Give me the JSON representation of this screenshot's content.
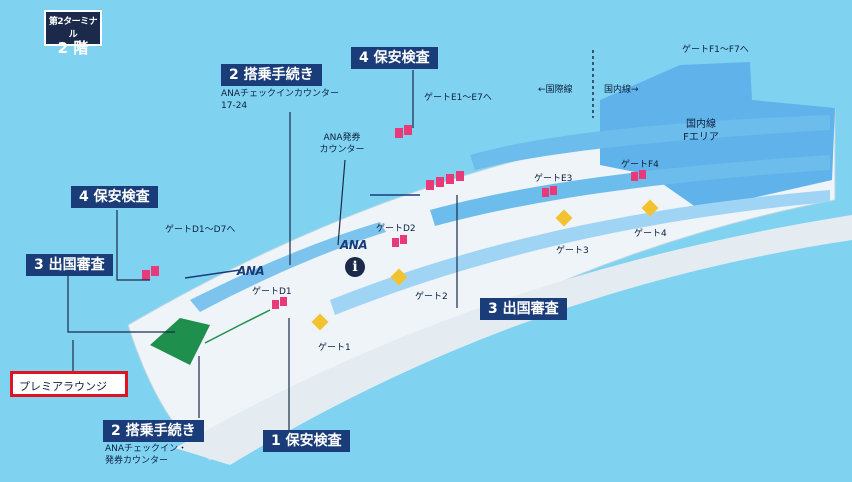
{
  "floor": {
    "terminal": "第2ターミナル",
    "level": "2 階"
  },
  "callouts": {
    "checkin_top": "2 搭乗手続き",
    "checkin_top_sub": "ANAチェックインカウンター",
    "checkin_top_sub2": "17-24",
    "security4_top": "4 保安検査",
    "security4_left": "4 保安検査",
    "immigration3_left": "3 出国審査",
    "immigration3_right": "3 出国審査",
    "checkin_bottom": "2 搭乗手続き",
    "checkin_bottom_sub": "ANAチェックイン・",
    "checkin_bottom_sub2": "発券カウンター",
    "security1_bottom": "1 保安検査"
  },
  "labels": {
    "ticket_counter_1": "ANA発券",
    "ticket_counter_2": "カウンター",
    "gates_e": "ゲートE1～E7へ",
    "gates_d": "ゲートD1～D7へ",
    "gates_f": "ゲートF1～F7へ",
    "intl": "←国際線",
    "domestic": "国内線→",
    "domestic_area_1": "国内線",
    "domestic_area_2": "Fエリア",
    "premier_lounge": "プレミアラウンジ"
  },
  "gates": {
    "d1": "ゲートD1",
    "d2": "ゲートD2",
    "e3": "ゲートE3",
    "f4": "ゲートF4",
    "g1": "ゲート1",
    "g2": "ゲート2",
    "g3": "ゲート3",
    "g4": "ゲート4"
  },
  "logos": {
    "ana": "ANA",
    "info": "i"
  },
  "colors": {
    "background": "#7fd3f0",
    "callout": "#1a3c78",
    "floor": "#ffffff",
    "gate_area": "#5fb2ea",
    "domestic_area": "#5fb2ea",
    "security": "#e83a78",
    "lounge_highlight": "#e0141e",
    "lounge_fill": "#1f8f4e",
    "gate_marker": "#f2c230"
  }
}
